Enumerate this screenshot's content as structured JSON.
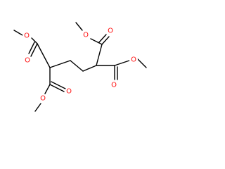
{
  "molecule": {
    "atoms": [
      {
        "id": "o1",
        "symbol": "O",
        "color": "#ff0d0d"
      },
      {
        "id": "o2",
        "symbol": "O",
        "color": "#ff0d0d"
      },
      {
        "id": "o3",
        "symbol": "O",
        "color": "#ff0d0d"
      },
      {
        "id": "o4",
        "symbol": "O",
        "color": "#ff0d0d"
      },
      {
        "id": "o5",
        "symbol": "O",
        "color": "#ff0d0d"
      },
      {
        "id": "o6",
        "symbol": "O",
        "color": "#ff0d0d"
      },
      {
        "id": "o7",
        "symbol": "O",
        "color": "#ff0d0d"
      },
      {
        "id": "o8",
        "symbol": "O",
        "color": "#ff0d0d"
      }
    ],
    "bond_color": "#000000",
    "background": "#ffffff"
  }
}
